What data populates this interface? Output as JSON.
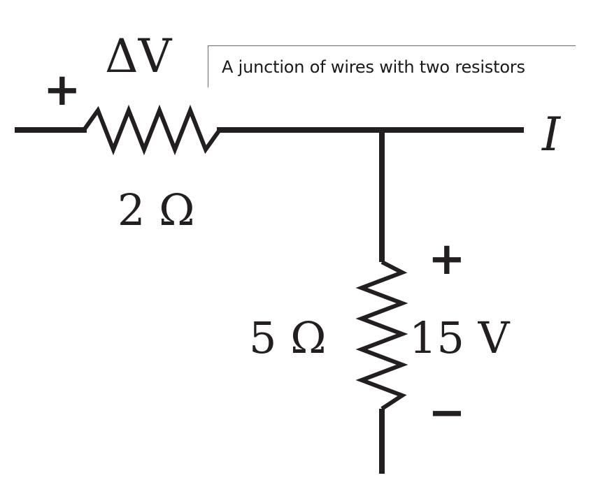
{
  "caption": "A junction of wires with two resistors",
  "labels": {
    "voltage_delta": "ΔV",
    "plus_left": "+",
    "resistor_top": "2 Ω",
    "current": "I",
    "plus_right": "+",
    "resistor_bottom": "5 Ω",
    "voltage_value": "15 V",
    "minus_right": "−"
  },
  "colors": {
    "wire": "#231f20"
  }
}
